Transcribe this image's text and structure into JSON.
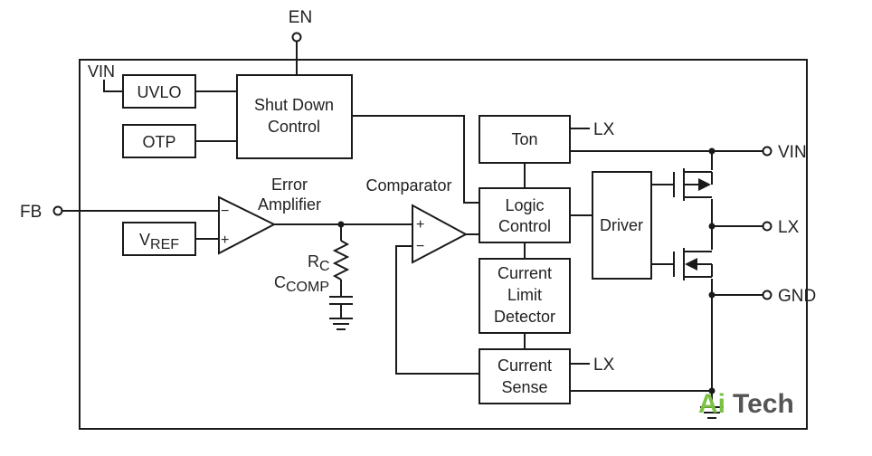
{
  "pins": {
    "en": "EN",
    "fb": "FB",
    "vin": "VIN",
    "lx": "LX",
    "gnd": "GND",
    "vin_internal": "VIN",
    "lx_ton": "LX",
    "lx_sense": "LX"
  },
  "blocks": {
    "uvlo": "UVLO",
    "otp": "OTP",
    "shutdown_line1": "Shut Down",
    "shutdown_line2": "Control",
    "ton": "Ton",
    "logic_line1": "Logic",
    "logic_line2": "Control",
    "driver": "Driver",
    "climit_line1": "Current",
    "climit_line2": "Limit",
    "climit_line3": "Detector",
    "csense_line1": "Current",
    "csense_line2": "Sense",
    "vref_main": "V",
    "vref_sub": "REF"
  },
  "labels": {
    "error_line1": "Error",
    "error_line2": "Amplifier",
    "comparator": "Comparator",
    "rc_main": "R",
    "rc_sub": "C",
    "ccomp_main": "C",
    "ccomp_sub": "COMP",
    "minus": "−",
    "plus": "+"
  },
  "watermark": {
    "ai": "Ai",
    "tech": "Tech",
    "accent_color": "#7bc143",
    "text_color": "#555555"
  }
}
